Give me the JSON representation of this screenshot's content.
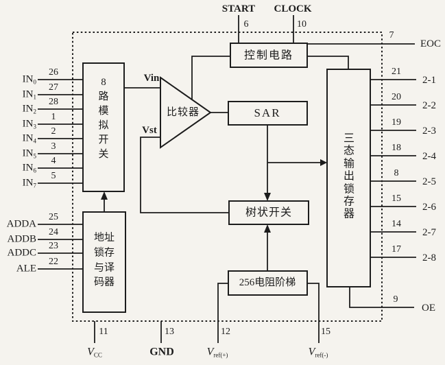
{
  "diagram_title": "ADC block diagram (8-channel A/D converter)",
  "colors": {
    "bg": "#f5f3ee",
    "ink": "#1c1c1c"
  },
  "top_pins": {
    "start_label": "START",
    "start_pin": "6",
    "clock_label": "CLOCK",
    "clock_pin": "10"
  },
  "blocks": {
    "analog_switch": "8\n路\n模\n拟\n开\n关",
    "comparator": "比较器",
    "control": "控制电路",
    "sar": "SAR",
    "tree_switch": "树状开关",
    "resistor_ladder": "256电阻阶梯",
    "output_latch": "三\n态\n输\n出\n锁\n存\n器",
    "address_decoder": "地址\n锁存\n与译\n码器"
  },
  "signals": {
    "vin": "Vin",
    "vst": "Vst"
  },
  "analog_inputs": [
    {
      "label": "IN",
      "sub": "0",
      "pin": "26"
    },
    {
      "label": "IN",
      "sub": "1",
      "pin": "27"
    },
    {
      "label": "IN",
      "sub": "2",
      "pin": "28"
    },
    {
      "label": "IN",
      "sub": "3",
      "pin": "1"
    },
    {
      "label": "IN",
      "sub": "4",
      "pin": "2"
    },
    {
      "label": "IN",
      "sub": "5",
      "pin": "3"
    },
    {
      "label": "IN",
      "sub": "6",
      "pin": "4"
    },
    {
      "label": "IN",
      "sub": "7",
      "pin": "5"
    }
  ],
  "address_inputs": [
    {
      "label": "ADDA",
      "pin": "25"
    },
    {
      "label": "ADDB",
      "pin": "24"
    },
    {
      "label": "ADDC",
      "pin": "23"
    },
    {
      "label": "ALE",
      "pin": "22"
    }
  ],
  "data_outputs": [
    {
      "pin": "21",
      "label": "2-1"
    },
    {
      "pin": "20",
      "label": "2-2"
    },
    {
      "pin": "19",
      "label": "2-3"
    },
    {
      "pin": "18",
      "label": "2-4"
    },
    {
      "pin": "8",
      "label": "2-5"
    },
    {
      "pin": "15",
      "label": "2-6"
    },
    {
      "pin": "14",
      "label": "2-7"
    },
    {
      "pin": "17",
      "label": "2-8"
    }
  ],
  "eoc": {
    "pin": "7",
    "label": "EOC"
  },
  "oe": {
    "pin": "9",
    "label": "OE"
  },
  "power_pins": [
    {
      "pin": "11",
      "base": "V",
      "sub": "CC"
    },
    {
      "pin": "13",
      "base": "GND",
      "sub": ""
    },
    {
      "pin": "12",
      "base": "V",
      "sub": "ref(+)"
    },
    {
      "pin": "15",
      "base": "V",
      "sub": "ref(-)"
    }
  ]
}
